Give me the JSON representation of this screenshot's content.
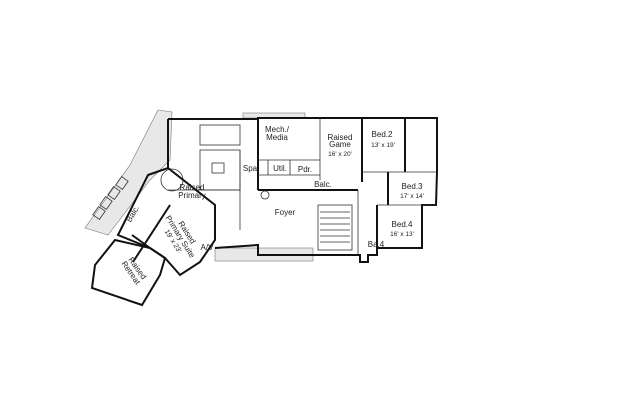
{
  "rooms": {
    "mech_media": [
      "Mech./",
      "Media"
    ],
    "raised_game": [
      "Raised",
      "Game",
      "16' x 20'"
    ],
    "bed2": [
      "Bed.2",
      "13' x 19'"
    ],
    "balc_upper": "Balc.",
    "spa": "Spa",
    "util": "Util.",
    "pdr": "Pdr.",
    "raised_primary": [
      "Raised",
      "Primary"
    ],
    "foyer": "Foyer",
    "bed3": [
      "Bed.3",
      "17' x 14'"
    ],
    "bed4": [
      "Bed.4",
      "16' x 13'"
    ],
    "ba4": "Ba.4",
    "av": "A/V",
    "balc_left": "Balc.",
    "raised_primary_suite": [
      "Raised",
      "Primary Suite",
      "19' x 23'"
    ],
    "raised_retreat": [
      "Raised",
      "Retreat"
    ]
  }
}
